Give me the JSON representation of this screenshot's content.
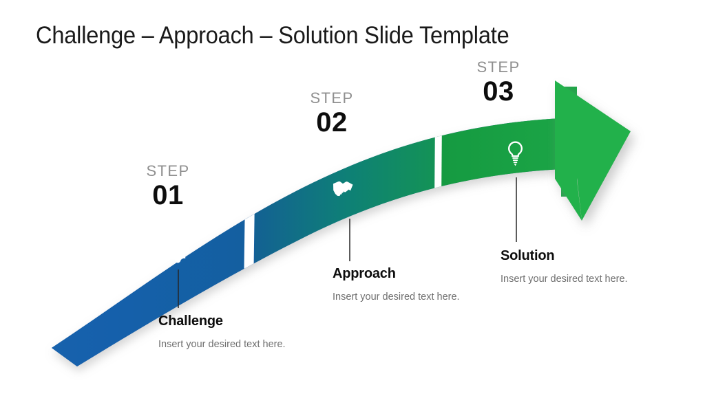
{
  "slide": {
    "title": "Challenge – Approach – Solution Slide Template",
    "background_color": "#ffffff"
  },
  "palette": {
    "step1_start": "#1565B0",
    "step1_end": "#14609f",
    "step2_start": "#0f6f96",
    "step2_end": "#159459",
    "step3_start": "#18a043",
    "step3_end": "#25b24b",
    "arrow_head": "#22b14c",
    "step_word_color": "#8f8f8f",
    "step_number_color": "#0d0d0d",
    "caption_title_color": "#0d0d0d",
    "caption_text_color": "#6e6e6e",
    "connector_color": "#262626",
    "icon_color": "#ffffff"
  },
  "steps": [
    {
      "step_word": "STEP",
      "step_number": "01",
      "icon": "puzzle-piece-icon",
      "caption_title": "Challenge",
      "caption_text": "Insert your desired text here."
    },
    {
      "step_word": "STEP",
      "step_number": "02",
      "icon": "handshake-icon",
      "caption_title": "Approach",
      "caption_text": "Insert your desired text here."
    },
    {
      "step_word": "STEP",
      "step_number": "03",
      "icon": "lightbulb-icon",
      "caption_title": "Solution",
      "caption_text": "Insert your desired text here."
    }
  ]
}
